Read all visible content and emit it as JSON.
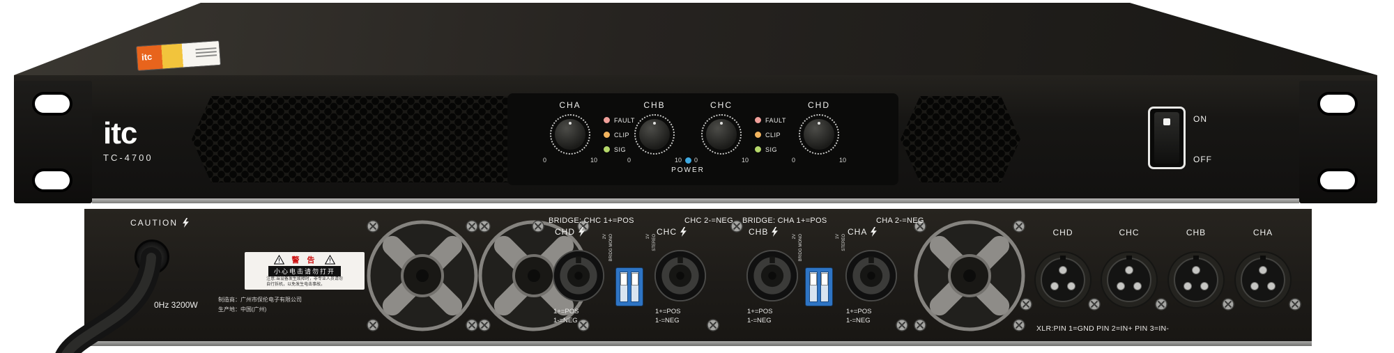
{
  "front": {
    "brand": "itc",
    "model": "TC-4700",
    "sticker": "itc",
    "channels": [
      "CHA",
      "CHB",
      "CHC",
      "CHD"
    ],
    "scale_min": "0",
    "scale_max": "10",
    "leds": [
      "FAULT",
      "CLIP",
      "SIG"
    ],
    "power": "POWER",
    "on": "ON",
    "off": "OFF"
  },
  "rear": {
    "caution": "CAUTION",
    "warn_title": "警 告",
    "warn_line": "小心电击请勿打开",
    "warn_small1": "注意:当设备发生故障时，非专业人员请勿",
    "warn_small2": "自行拆机，以免发生电击事故。",
    "power_rating": "0Hz 3200W",
    "maker1": "制造商：广州市保伦电子有限公司",
    "maker2": "生产地：中国(广州)",
    "bridge1a": "BRIDGE: CHC 1+=POS",
    "bridge1b": "CHC 2-=NEG",
    "bridge2a": "BRIDGE: CHA 1+=POS",
    "bridge2b": "CHA 2-=NEG",
    "spk_labels": [
      "CHD",
      "CHC",
      "CHB",
      "CHA"
    ],
    "pos": "1+=POS",
    "neg": "1-=NEG",
    "dip": {
      "left1": "2V",
      "left2": "BRIDG MONO",
      "right1": "1V",
      "right2": "STEREO"
    },
    "xlr_labels": [
      "CHD",
      "CHC",
      "CHB",
      "CHA"
    ],
    "xlr_note": "XLR:PIN 1=GND PIN 2=IN+ PIN 3=IN-"
  },
  "colors": {
    "led_fault": "#f0a09a",
    "led_clip": "#f2b45e",
    "led_sig": "#b5d86a",
    "led_power": "#3fa9e0",
    "dip_blue": "#2e74c4"
  }
}
